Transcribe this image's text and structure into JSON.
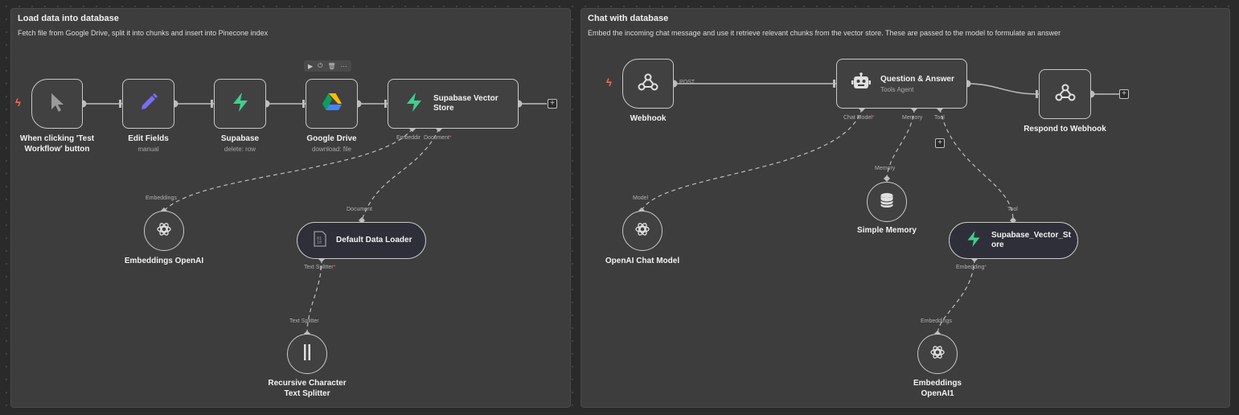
{
  "notes": [
    {
      "title": "Load data into database",
      "description": "Fetch file from Google Drive, split it into chunks and insert into Pinecone index"
    },
    {
      "title": "Chat with database",
      "description": "Embed the incoming chat message and use it retrieve relevant chunks from the vector store. These are passed to the model to formulate an answer"
    }
  ],
  "nodes": {
    "manual_trigger": {
      "label": "When clicking 'Test\nWorkflow' button"
    },
    "edit_fields": {
      "label": "Edit Fields",
      "subtitle": "manual"
    },
    "supabase": {
      "label": "Supabase",
      "subtitle": "delete: row"
    },
    "google_drive": {
      "label": "Google Drive",
      "subtitle": "download: file"
    },
    "supabase_vector_store": {
      "label": "Supabase Vector\nStore"
    },
    "embeddings_openai": {
      "label": "Embeddings OpenAI"
    },
    "default_data_loader": {
      "label": "Default Data Loader"
    },
    "recursive_splitter": {
      "label": "Recursive Character\nText Splitter"
    },
    "webhook": {
      "label": "Webhook"
    },
    "qa_agent": {
      "label": "Question & Answer",
      "subtitle": "Tools Agent"
    },
    "respond_webhook": {
      "label": "Respond to Webhook"
    },
    "openai_chat_model": {
      "label": "OpenAI Chat Model"
    },
    "simple_memory": {
      "label": "Simple Memory"
    },
    "supabase_vector_store_tool": {
      "label": "Supabase_Vector_St\nore"
    },
    "embeddings_openai1": {
      "label": "Embeddings\nOpenAI1"
    }
  },
  "handle_labels": {
    "embedding_out": "Embeddir",
    "document_out": "Document",
    "embeddings_in": "Embeddings",
    "document_in": "Document",
    "text_splitter_out": "Text Splitter",
    "text_splitter_in": "Text Splitter",
    "webhook_post": "POST",
    "chat_model": "Chat Model",
    "memory": "Memory",
    "tool": "Tool",
    "model_in": "Model",
    "memory_in": "Memory",
    "tool_in": "Tool",
    "embedding_out2": "Embedding",
    "embeddings_in2": "Embeddings"
  },
  "required_marker": "*",
  "toolbar_icons": [
    "play-icon",
    "power-icon",
    "trash-icon",
    "more-icon"
  ],
  "colors": {
    "accent": "#ff6d5a",
    "supabase_green": "#3ecf8e",
    "edit_purple": "#7b6cf6",
    "wire": "#bdbdbd"
  }
}
